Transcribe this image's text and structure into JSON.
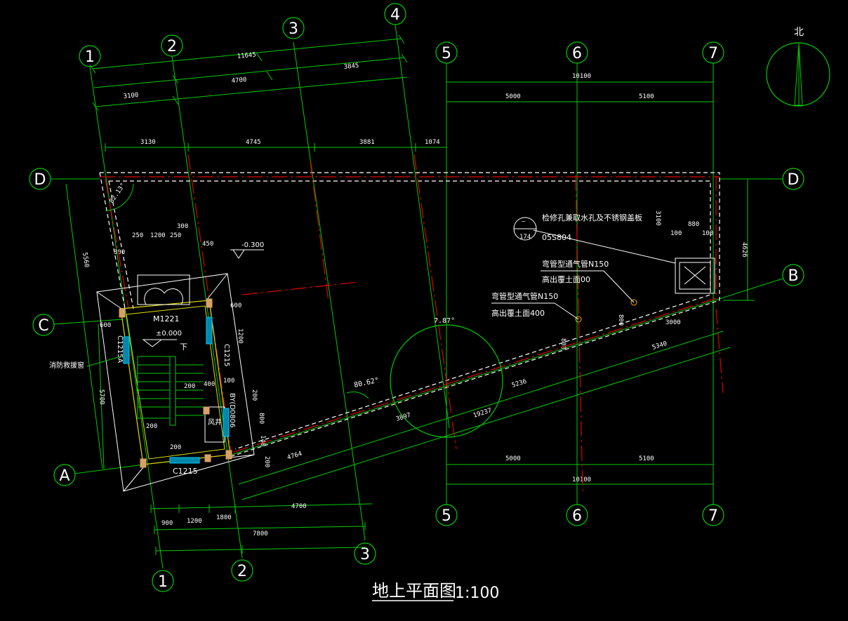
{
  "axes": {
    "a1": "1",
    "a2": "2",
    "a3": "3",
    "a4": "4",
    "a5": "5",
    "a6": "6",
    "a7": "7",
    "aA": "A",
    "aB": "B",
    "aC": "C",
    "aD": "D"
  },
  "north": "北",
  "title": "地上平面图",
  "scale": "1:100",
  "dims": {
    "d11645": "11645",
    "d3100": "3100",
    "d4700": "4700",
    "d3845": "3845",
    "d10100": "10100",
    "d5000": "5000",
    "d5100": "5100",
    "d3130": "3130",
    "d4745": "4745",
    "d3881": "3881",
    "d1074": "1074",
    "d5560": "5560",
    "d5700": "5700",
    "d4626": "4626",
    "d300": "300",
    "d250": "250",
    "d1200": "1200",
    "d450": "450",
    "d100": "100",
    "d200": "200",
    "d400": "400",
    "d600": "600",
    "d800": "800",
    "d880": "880",
    "d3100b": "3100",
    "d3000": "3000",
    "d5340": "5340",
    "d5236": "5236",
    "d3897": "3897",
    "d19237": "19237",
    "d4764": "4764",
    "d900": "900",
    "d1800": "1800",
    "d7800": "7800",
    "d1200b": "1200",
    "d140": "140"
  },
  "labels": {
    "level": "-0.300",
    "door": "M1221",
    "floor": "±0.000",
    "down": "下",
    "win1": "C1215",
    "win2": "C1215A",
    "win3": "C1215",
    "vent": "BY(D0806",
    "fengjing": "风井",
    "fire_window": "消防救援窗",
    "angle1": "80.62°",
    "angle2": "7.87°",
    "corner": "82.13°",
    "manhole": "检修孔兼取水孔及不锈钢盖板",
    "manhole_ref": "05S804",
    "manhole_idx": "174",
    "manhole_top": "—",
    "pipe1_a": "弯管型通气管N150",
    "pipe1_b": "高出覆土面00",
    "pipe2_a": "弯管型通气管N150",
    "pipe2_b": "高出覆土面400"
  }
}
